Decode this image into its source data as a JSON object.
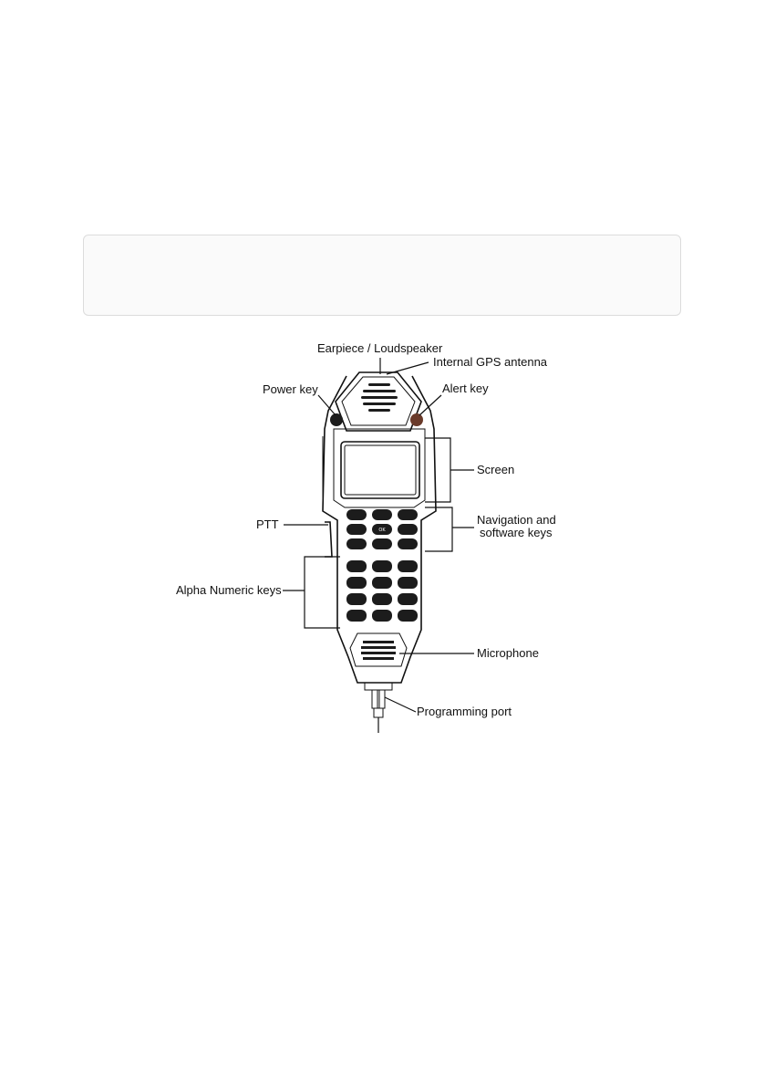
{
  "labels": {
    "earpiece": "Earpiece / Loudspeaker",
    "gps": "Internal GPS antenna",
    "power": "Power key",
    "alert": "Alert key",
    "screen": "Screen",
    "ptt": "PTT",
    "nav_line1": "Navigation and",
    "nav_line2": "software keys",
    "alpha": "Alpha Numeric keys",
    "microphone": "Microphone",
    "programming": "Programming port"
  },
  "keys": {
    "ok": "OK"
  }
}
